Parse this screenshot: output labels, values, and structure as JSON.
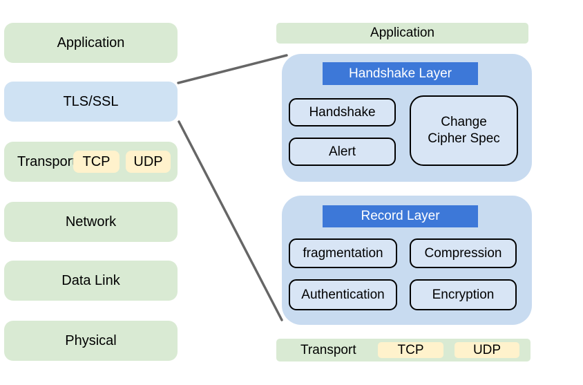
{
  "colors": {
    "layer_green": "#d9ead3",
    "tls_blue": "#cfe2f3",
    "panel_blue": "#c8dbf0",
    "inner_box_blue": "#d8e5f5",
    "header_blue": "#3d78d8",
    "chip_yellow": "#fff2cc",
    "connector_gray": "#666666"
  },
  "left_stack": {
    "layers": [
      {
        "label": "Application"
      },
      {
        "label": "TLS/SSL"
      },
      {
        "label": "Transport",
        "chips": [
          "TCP",
          "UDP"
        ]
      },
      {
        "label": "Network"
      },
      {
        "label": "Data Link"
      },
      {
        "label": "Physical"
      }
    ]
  },
  "right_panel": {
    "application_label": "Application",
    "handshake_layer": {
      "title": "Handshake Layer",
      "boxes": [
        "Handshake",
        "Alert",
        "Change Cipher Spec"
      ]
    },
    "record_layer": {
      "title": "Record Layer",
      "boxes": [
        "fragmentation",
        "Compression",
        "Authentication",
        "Encryption"
      ]
    },
    "transport": {
      "label": "Transport",
      "chips": [
        "TCP",
        "UDP"
      ]
    }
  }
}
